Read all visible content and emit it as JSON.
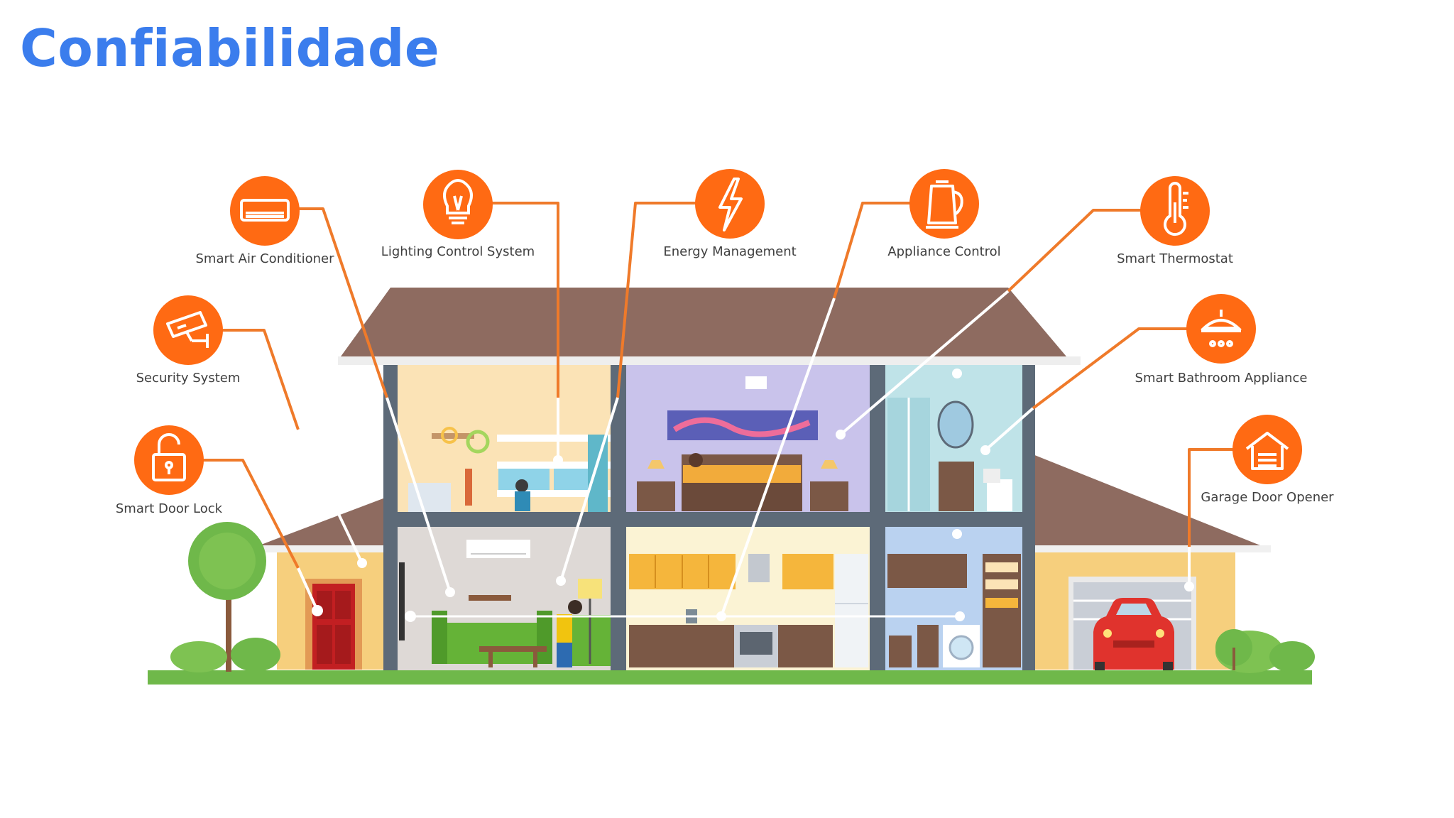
{
  "title": "Confiabilidade",
  "colors": {
    "title": "#3b7ded",
    "accent": "#ff6a13",
    "connector": "#ef7a2a",
    "roof": "#8e6b60",
    "wall": "#5d6a78",
    "grass": "#6fb84a"
  },
  "features": [
    {
      "id": "ac",
      "label": "Smart Air Conditioner",
      "icon": "air-conditioner-icon"
    },
    {
      "id": "light",
      "label": "Lighting Control System",
      "icon": "light-bulb-icon"
    },
    {
      "id": "energy",
      "label": "Energy Management",
      "icon": "lightning-bolt-icon"
    },
    {
      "id": "appliance",
      "label": "Appliance Control",
      "icon": "kettle-icon"
    },
    {
      "id": "thermo",
      "label": "Smart Thermostat",
      "icon": "thermometer-icon"
    },
    {
      "id": "security",
      "label": "Security System",
      "icon": "security-camera-icon"
    },
    {
      "id": "bath",
      "label": "Smart Bathroom Appliance",
      "icon": "shower-icon"
    },
    {
      "id": "lock",
      "label": "Smart Door Lock",
      "icon": "padlock-icon"
    },
    {
      "id": "garage",
      "label": "Garage Door Opener",
      "icon": "garage-icon"
    }
  ]
}
